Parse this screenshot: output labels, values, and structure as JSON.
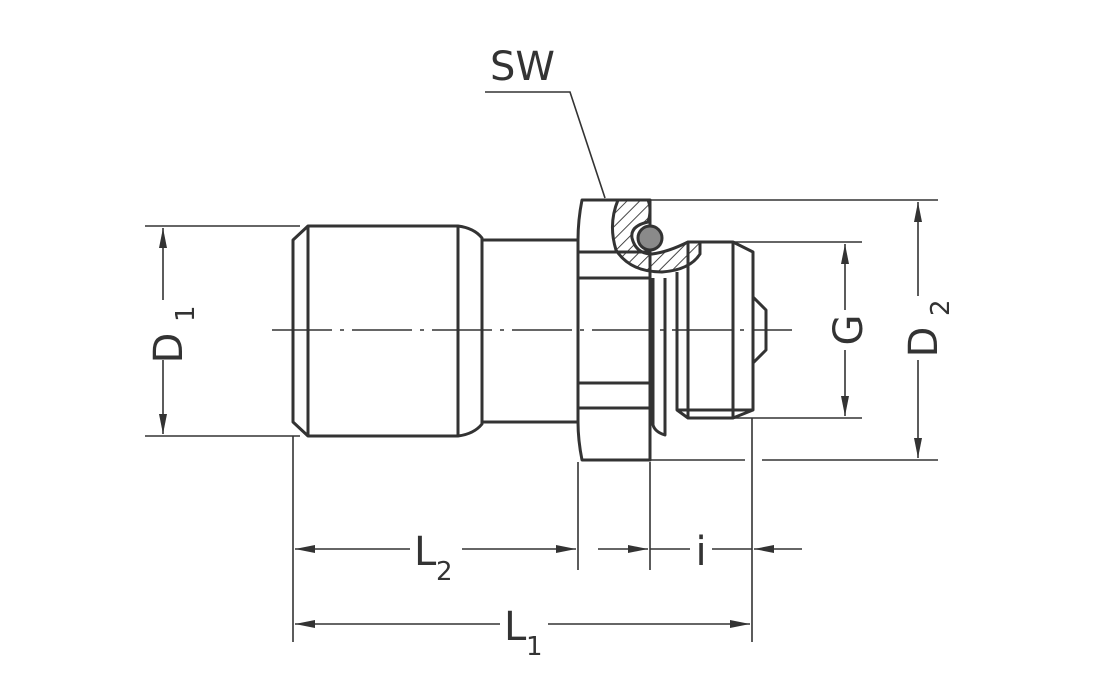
{
  "labels": {
    "wrench_size": "SW",
    "d1": {
      "main": "D",
      "sub": "1"
    },
    "d2": {
      "main": "D",
      "sub": "2"
    },
    "g": "G",
    "l1": {
      "main": "L",
      "sub": "1"
    },
    "l2": {
      "main": "L",
      "sub": "2"
    },
    "i": "i"
  },
  "colors": {
    "line": "#333333",
    "o_ring": "#8a8a8a"
  }
}
